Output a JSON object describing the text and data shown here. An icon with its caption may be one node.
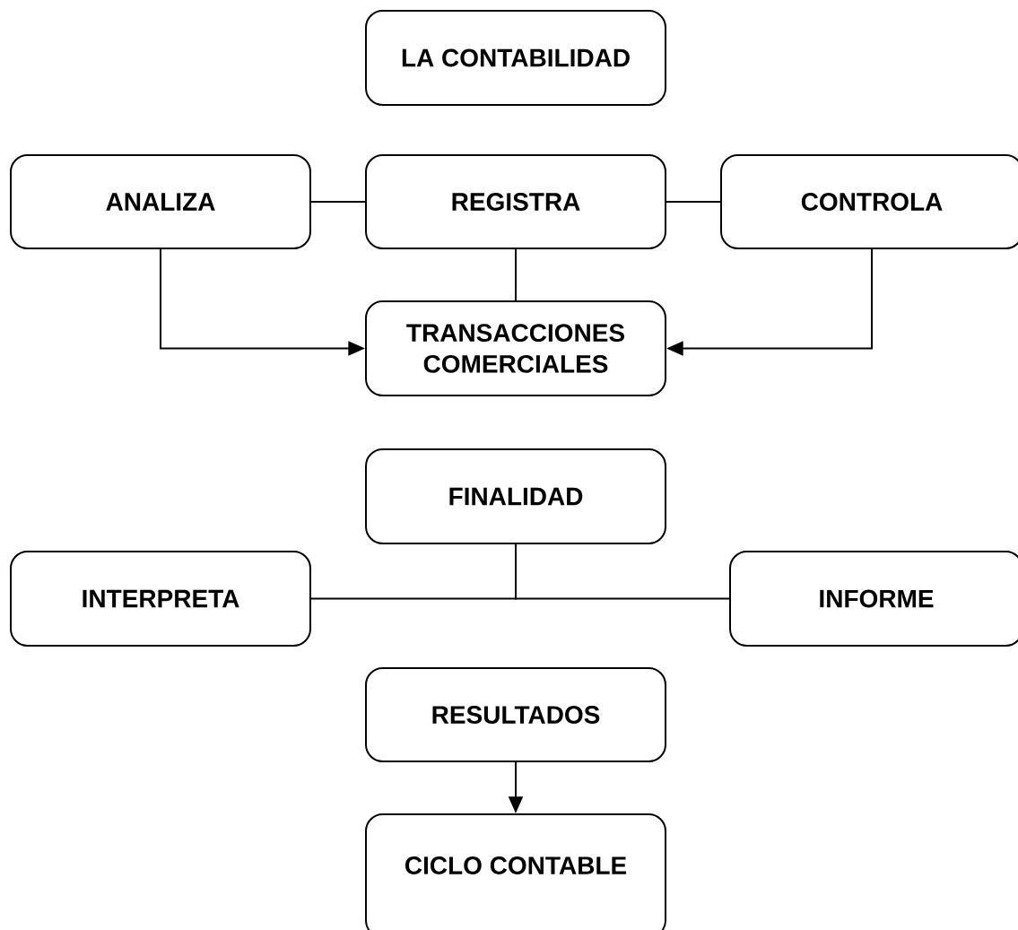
{
  "diagram": {
    "nodes": [
      {
        "text": [
          "LA CONTABILIDAD"
        ]
      },
      {
        "text": [
          "ANALIZA"
        ]
      },
      {
        "text": [
          "REGISTRA"
        ]
      },
      {
        "text": [
          "CONTROLA"
        ]
      },
      {
        "text": [
          "TRANSACCIONES COMERCIALES"
        ]
      },
      {
        "text": [
          "FINALIDAD"
        ]
      },
      {
        "text": [
          "INTERPRETA"
        ]
      },
      {
        "text": [
          "INFORME"
        ]
      },
      {
        "text": [
          "RESULTADOS"
        ]
      },
      {
        "text": [
          "CICLO CONTABLE"
        ]
      }
    ],
    "edges": [
      {
        "from": 1,
        "to": 2,
        "arrow": "none"
      },
      {
        "from": 2,
        "to": 3,
        "arrow": "none"
      },
      {
        "from": 2,
        "to": 4,
        "arrow": "none"
      },
      {
        "from": 1,
        "to": 4,
        "arrow": "to"
      },
      {
        "from": 3,
        "to": 4,
        "arrow": "to"
      },
      {
        "from": 5,
        "to": 6,
        "arrow": "none"
      },
      {
        "from": 5,
        "to": 7,
        "arrow": "none"
      },
      {
        "from": 8,
        "to": 9,
        "arrow": "to"
      }
    ]
  }
}
